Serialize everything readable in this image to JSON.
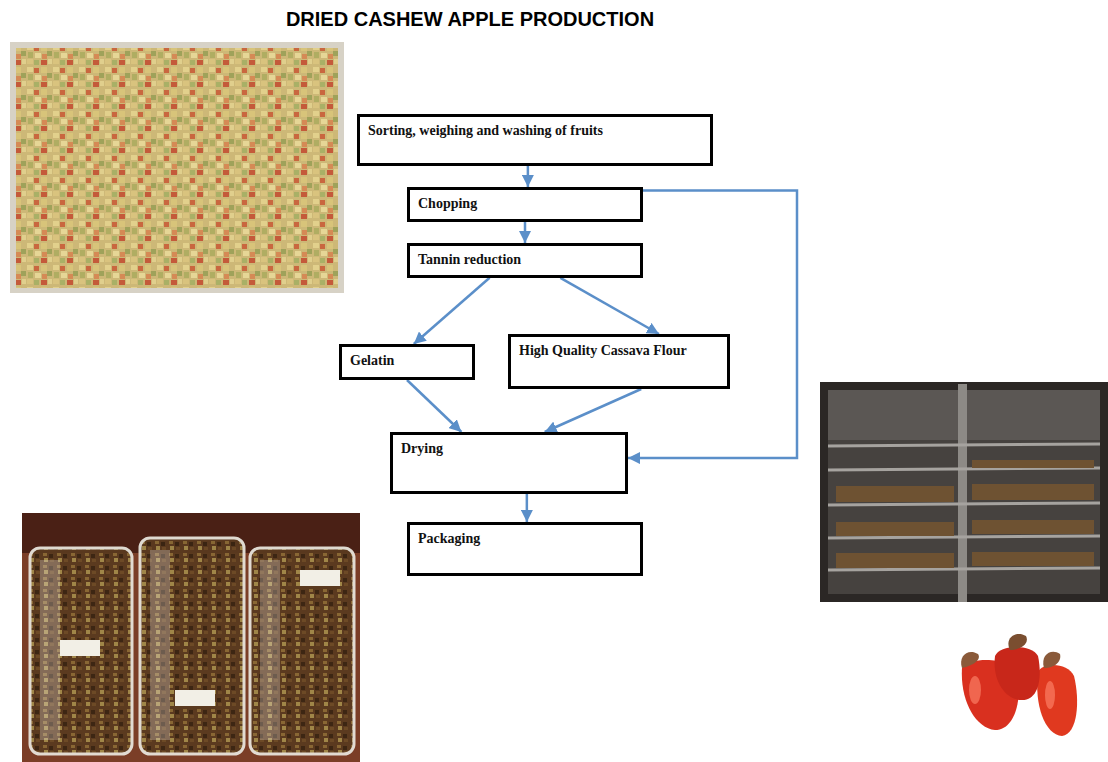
{
  "diagram": {
    "title": "DRIED CASHEW APPLE PRODUCTION",
    "nodes": [
      {
        "text": [
          "Sorting, weighing and washing of fruits"
        ]
      },
      {
        "text": [
          "Chopping"
        ]
      },
      {
        "text": [
          "Tannin reduction"
        ]
      },
      {
        "text": [
          "Gelatin"
        ]
      },
      {
        "text": [
          "High Quality Cassava Flour"
        ]
      },
      {
        "text": [
          "Drying"
        ]
      },
      {
        "text": [
          "Packaging"
        ]
      }
    ],
    "edges": [
      {
        "from": 0,
        "to": 1,
        "arrow": "to"
      },
      {
        "from": 1,
        "to": 2,
        "arrow": "to"
      },
      {
        "from": 2,
        "to": 3,
        "arrow": "to"
      },
      {
        "from": 2,
        "to": 4,
        "arrow": "to"
      },
      {
        "from": 3,
        "to": 5,
        "arrow": "to"
      },
      {
        "from": 4,
        "to": 5,
        "arrow": "to"
      },
      {
        "from": 1,
        "to": 5,
        "arrow": "to"
      },
      {
        "from": 5,
        "to": 6,
        "arrow": "to"
      }
    ]
  }
}
